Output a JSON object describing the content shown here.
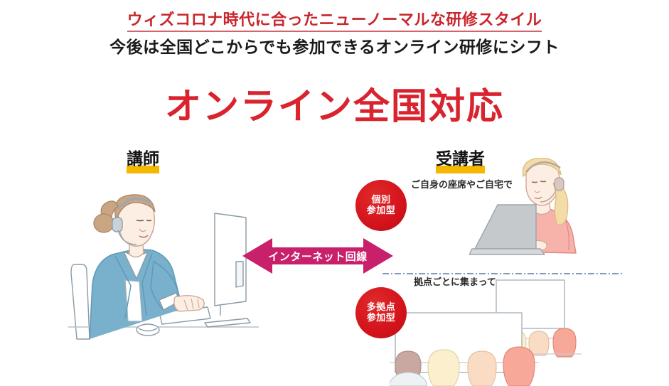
{
  "header": {
    "line1": "ウィズコロナ時代に合ったニューノーマルな研修スタイル",
    "line2": "今後は全国どこからでも参加できるオンライン研修にシフト",
    "main_title": "オンライン全国対応"
  },
  "labels": {
    "instructor": "講師",
    "participant": "受講者"
  },
  "captions": {
    "own_seat_or_home": "ご自身の座席やご自宅で",
    "gather_per_site": "拠点ごとに集まって"
  },
  "badges": {
    "individual": {
      "line1": "個別",
      "line2": "参加型"
    },
    "multisite": {
      "line1": "多拠点",
      "line2": "参加型"
    }
  },
  "arrow": {
    "label": "インターネット回線"
  },
  "icons": {
    "instructor_illustration": "woman-with-headset-at-desktop-computer-icon",
    "learner_illustration": "woman-with-headset-at-laptop-icon",
    "rooms_illustration": "audience-groups-facing-screens-icon",
    "double_arrow": "double-headed-arrow-icon",
    "dashed_divider": "dash-dot-divider-icon"
  },
  "colors": {
    "title_red": "#d9232e",
    "header_red": "#c9252c",
    "badge_red": "#d3121b",
    "arrow_magenta": "#c8206b",
    "underline_yellow": "#f5b800",
    "divider_blue": "#5b7aa8",
    "instructor_jacket_blue": "#6fa6c4",
    "learner_shirt_pink": "#f4b3ab",
    "background": "#ffffff"
  }
}
